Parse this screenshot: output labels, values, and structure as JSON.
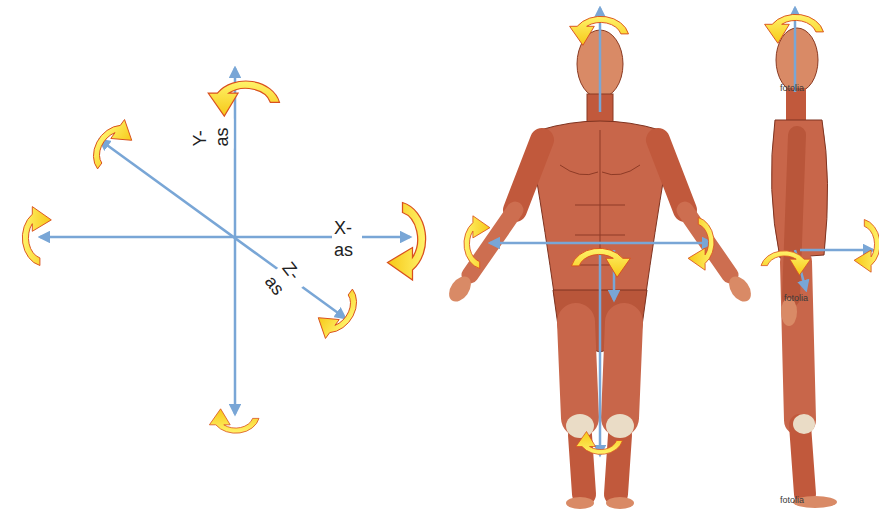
{
  "diagram": {
    "labels": [
      "Y- as",
      "X- as",
      "Z- as",
      "fotolia",
      "fotolia",
      "fotolia"
    ]
  }
}
